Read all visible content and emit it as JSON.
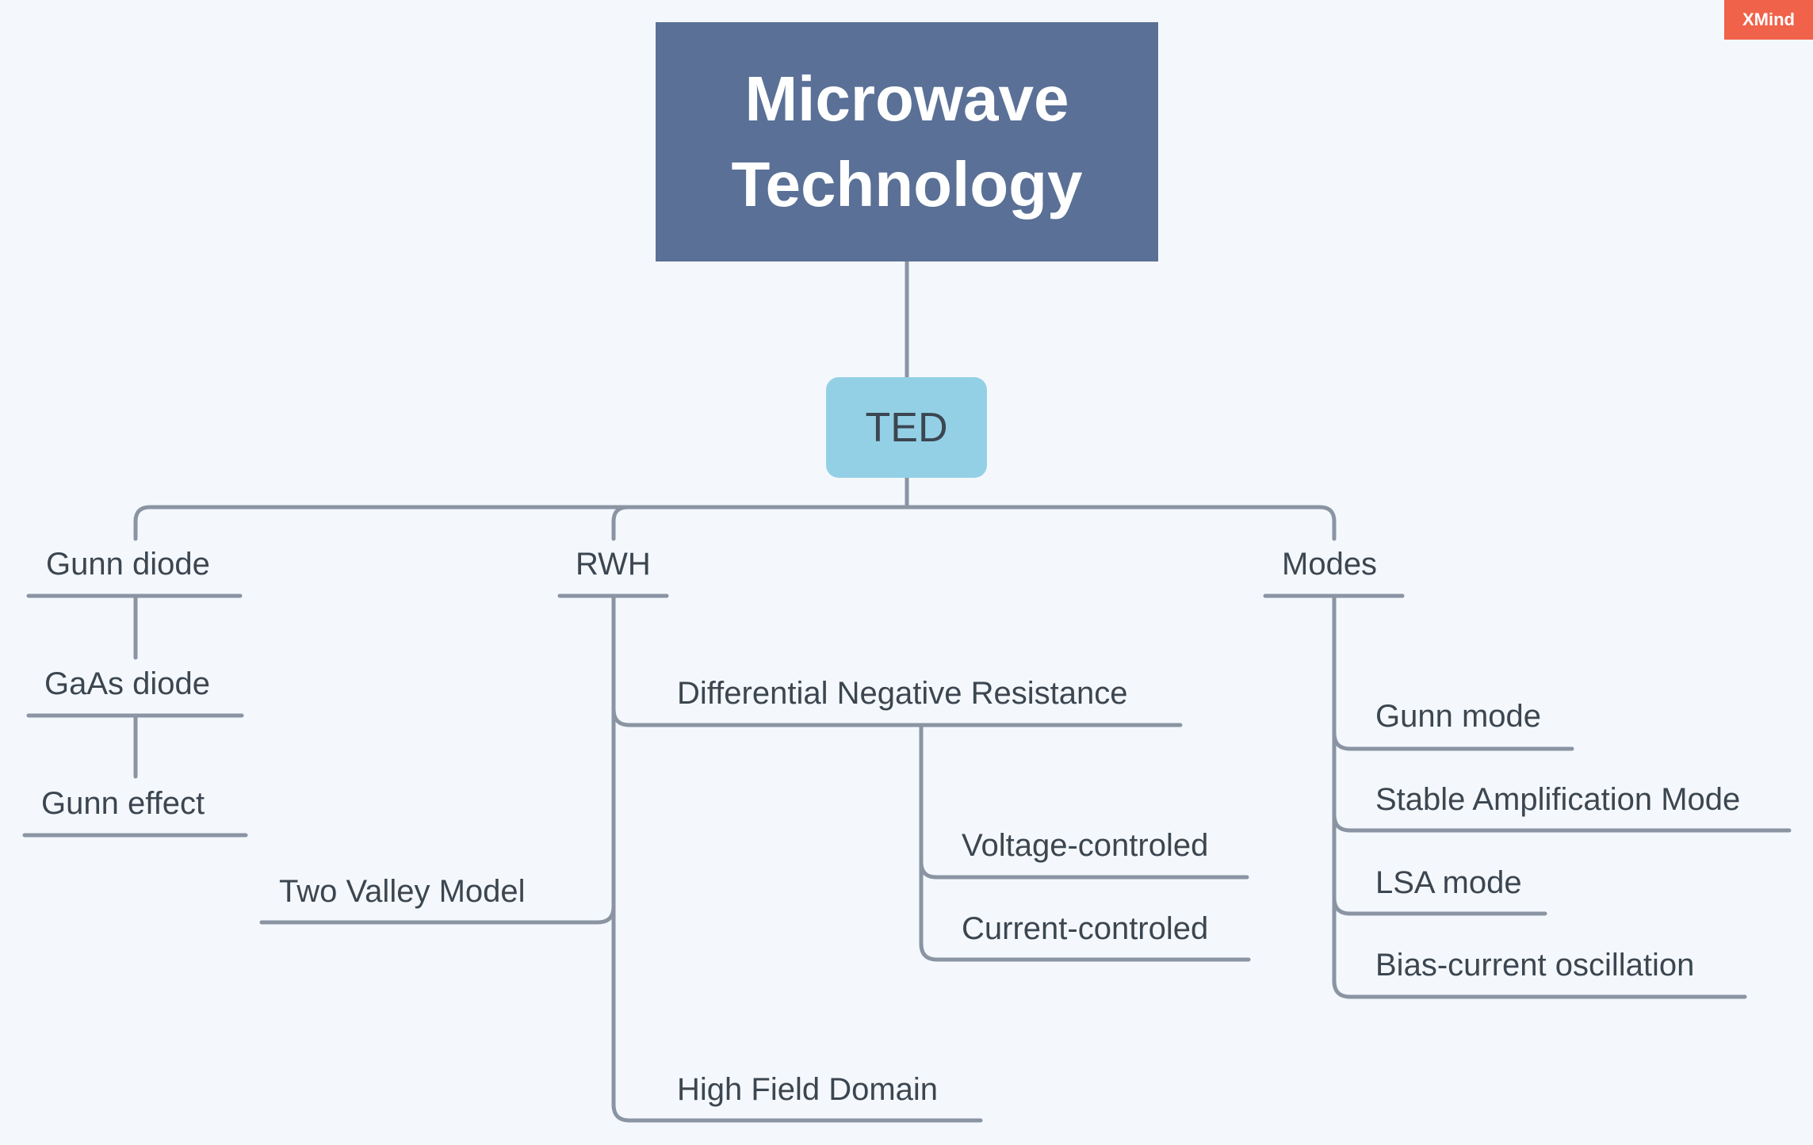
{
  "branding": {
    "logo_text": "XMind"
  },
  "central_topic": {
    "label": "Microwave Technology"
  },
  "main_topic": {
    "label": "TED"
  },
  "branches": {
    "gunn_diode": {
      "label": "Gunn diode",
      "children": [
        "GaAs diode",
        "Gunn effect"
      ]
    },
    "rwh": {
      "label": "RWH",
      "children": {
        "two_valley": "Two Valley Model",
        "dnr": {
          "label": "Differential Negative Resistance",
          "children": [
            "Voltage-controled",
            "Current-controled"
          ]
        },
        "hfd": "High Field Domain"
      }
    },
    "modes": {
      "label": "Modes",
      "children": [
        "Gunn mode",
        "Stable Amplification Mode",
        "LSA mode",
        "Bias-current oscillation"
      ]
    }
  },
  "colors": {
    "background": "#f4f8fc",
    "central_fill": "#5a7096",
    "main_fill": "#93d0e6",
    "line": "#8a94a3",
    "text": "#3c4650",
    "logo": "#f0624a"
  }
}
